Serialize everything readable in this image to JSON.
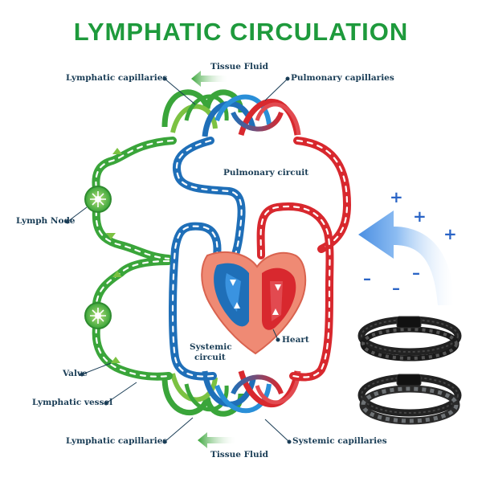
{
  "title": "LYMPHATIC CIRCULATION",
  "labels": {
    "tissue_fluid_top": "Tissue Fluid",
    "lymphatic_capillaries_top": "Lymphatic capillaries",
    "pulmonary_capillaries": "Pulmonary capillaries",
    "pulmonary_circuit": "Pulmonary circuit",
    "lymph_node": "Lymph Node",
    "heart": "Heart",
    "systemic_circuit_line1": "Systemic",
    "systemic_circuit_line2": "circuit",
    "valve": "Valve",
    "lymphatic_vessel": "Lymphatic vessel",
    "lymphatic_capillaries_bottom": "Lymphatic capillaries",
    "systemic_capillaries": "Systemic capillaries",
    "tissue_fluid_bottom": "Tissue Fluid"
  },
  "ions": {
    "plus": "+",
    "minus": "–"
  },
  "colors": {
    "lymph_green": "#3aa53a",
    "lymph_light": "#7cc242",
    "blood_blue": "#1f6fb8",
    "blood_red": "#d8282e",
    "heart_pink": "#ef8a74",
    "title_green": "#1e9a3c",
    "label_navy": "#1a3d56",
    "ion_blue": "#2a64c6"
  }
}
